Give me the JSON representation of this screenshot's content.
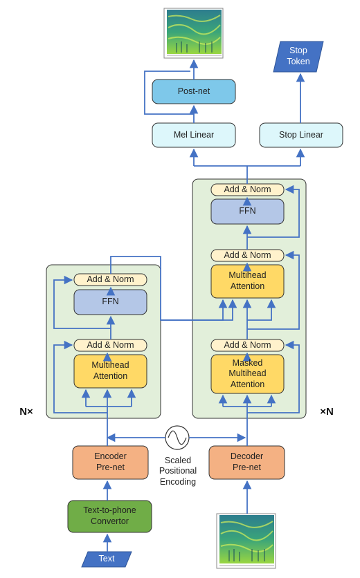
{
  "nodes": {
    "postnet": "Post-net",
    "mel_linear": "Mel Linear",
    "stop_linear": "Stop Linear",
    "stop_token": "Stop\nToken",
    "dec_addnorm_top": "Add & Norm",
    "dec_ffn": "FFN",
    "dec_addnorm_mid": "Add & Norm",
    "dec_mha": "Multihead\nAttention",
    "dec_addnorm_bot": "Add & Norm",
    "dec_masked_mha": "Masked\nMultihead\nAttention",
    "enc_addnorm_top": "Add & Norm",
    "enc_ffn": "FFN",
    "enc_addnorm_bot": "Add & Norm",
    "enc_mha": "Multihead\nAttention",
    "encoder_prenet": "Encoder\nPre-net",
    "decoder_prenet": "Decoder\nPre-net",
    "positional_encoding": "Scaled\nPositional\nEncoding",
    "text_to_phone": "Text-to-phone\nConvertor",
    "text_input": "Text"
  },
  "labels": {
    "encoder_repeat": "N×",
    "decoder_repeat": "×N"
  },
  "colors": {
    "arrow": "#4472c4",
    "addnorm": "#fff2cc",
    "ffn": "#b4c7e7",
    "attention": "#ffd966",
    "postnet": "#7ec8ea",
    "linear": "#ddf7fb",
    "stack_bg": "#e2efda",
    "prenet": "#f4b183",
    "converter": "#70ad47",
    "parallelogram": "#4472c4"
  }
}
